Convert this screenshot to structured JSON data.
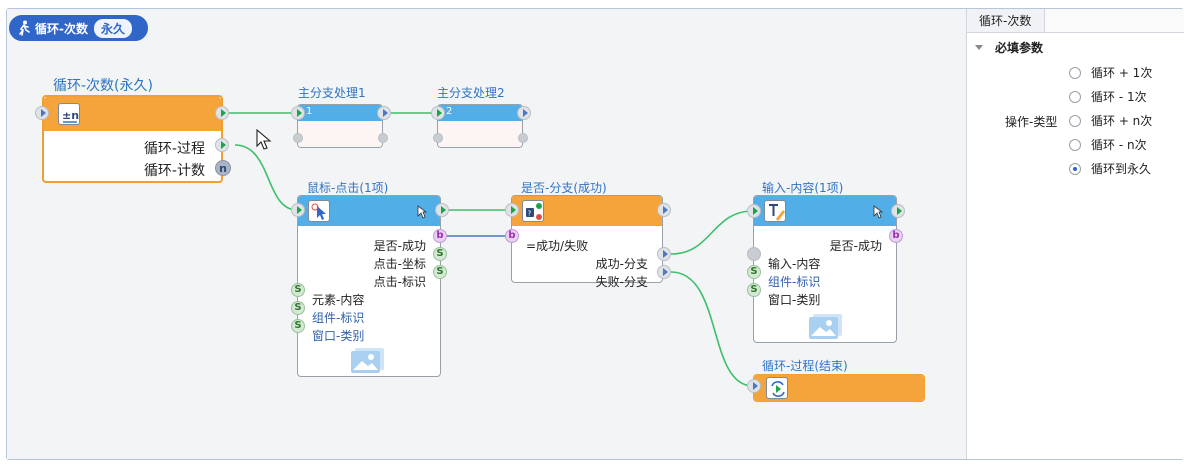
{
  "header": {
    "title": "循环-次数",
    "badge": "永久"
  },
  "nodes": {
    "loop": {
      "label": "循环-次数(永久)",
      "icon": "plus-minus-n-icon",
      "outputs": [
        "循环-过程",
        "循环-计数"
      ],
      "count_port": "n"
    },
    "branch1": {
      "label": "主分支处理1",
      "number": "1"
    },
    "branch2": {
      "label": "主分支处理2",
      "number": "2"
    },
    "click": {
      "label": "鼠标-点击(1项)",
      "icon": "mouse-click-icon",
      "outputs": [
        {
          "text": "是否-成功",
          "port": "b"
        },
        {
          "text": "点击-坐标",
          "port": "S"
        },
        {
          "text": "点击-标识",
          "port": "S"
        }
      ],
      "inputs": [
        {
          "text": "元素-内容",
          "port": "S"
        },
        {
          "text": "组件-标识",
          "port": "S"
        },
        {
          "text": "窗口-类别",
          "port": "S"
        }
      ]
    },
    "check": {
      "label": "是否-分支(成功)",
      "icon": "branch-check-icon",
      "input": "=成功/失败",
      "input_port": "b",
      "outputs": [
        "成功-分支",
        "失败-分支"
      ]
    },
    "input": {
      "label": "输入-内容(1项)",
      "icon": "text-input-icon",
      "outputs": [
        {
          "text": "是否-成功",
          "port": "b"
        }
      ],
      "inputs": [
        {
          "text": "输入-内容",
          "port": ""
        },
        {
          "text": "组件-标识",
          "port": "S"
        },
        {
          "text": "窗口-类别",
          "port": "S"
        }
      ]
    },
    "loopend": {
      "label": "循环-过程(结束)",
      "icon": "loop-end-icon"
    }
  },
  "properties": {
    "tab": "循环-次数",
    "section": "必填参数",
    "field_label": "操作-类型",
    "options": [
      {
        "label": "循环 + 1次",
        "checked": false
      },
      {
        "label": "循环 - 1次",
        "checked": false
      },
      {
        "label": "循环 + n次",
        "checked": false
      },
      {
        "label": "循环 - n次",
        "checked": false
      },
      {
        "label": "循环到永久",
        "checked": true
      }
    ]
  },
  "colors": {
    "accent": "#2f66c8",
    "orange": "#f4a43a",
    "blue": "#51aee6",
    "wire": "#3cbf6a"
  }
}
